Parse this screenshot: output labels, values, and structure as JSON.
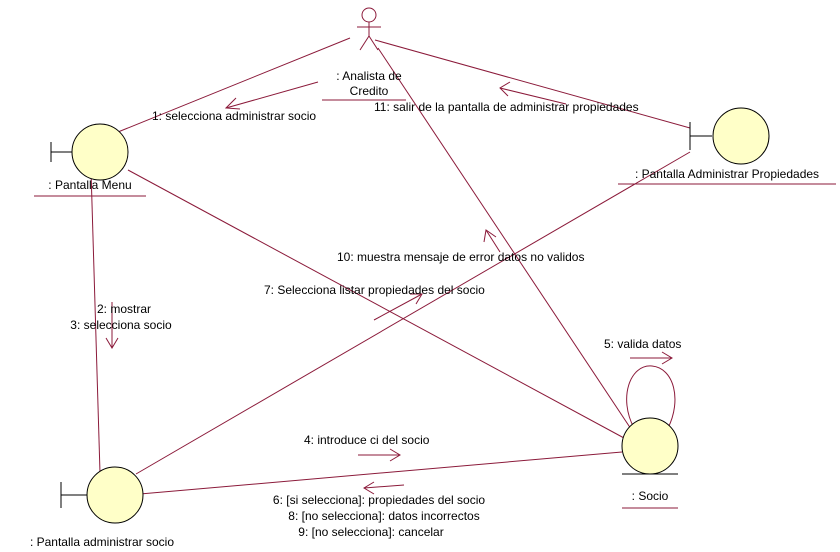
{
  "colors": {
    "line": "#8b1a3a",
    "node_fill": "#ffffc8",
    "node_stroke": "#000000",
    "text": "#000000"
  },
  "actor": {
    "name_line1": ": Analista de",
    "name_line2": "Credito"
  },
  "objects": {
    "pantalla_menu": ": Pantalla Menu",
    "pantalla_admin_socio": ": Pantalla administrar socio",
    "pantalla_admin_propiedades": ": Pantalla Administrar Propiedades",
    "socio": ": Socio"
  },
  "messages": {
    "m1": "1: selecciona administrar socio",
    "m2": "2: mostrar",
    "m3": "3: selecciona socio",
    "m4": "4: introduce ci del socio",
    "m5": "5: valida datos",
    "m6": "6: [si selecciona]: propiedades del socio",
    "m7": "7: Selecciona listar propiedades del socio",
    "m8": "8: [no selecciona]: datos incorrectos",
    "m9": "9: [no selecciona]: cancelar",
    "m10": "10: muestra mensaje de error datos no validos",
    "m11": "11: salir de la pantalla de administrar propiedades"
  }
}
